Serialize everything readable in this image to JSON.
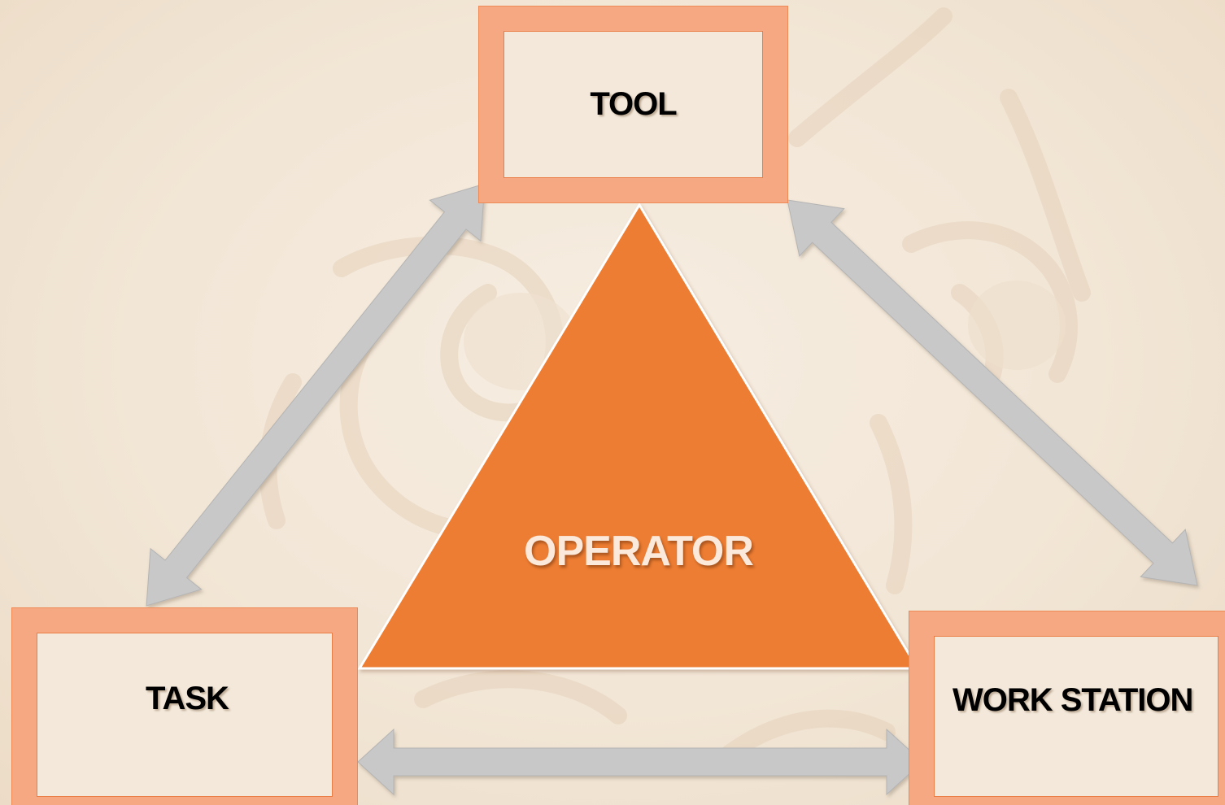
{
  "diagram": {
    "center": {
      "label": "OPERATOR",
      "shape": "triangle",
      "color": "#ed7d31"
    },
    "nodes": [
      {
        "id": "tool",
        "label": "TOOL"
      },
      {
        "id": "task",
        "label": "TASK"
      },
      {
        "id": "work_station",
        "label": "WORK STATION"
      }
    ],
    "edges": [
      {
        "from": "tool",
        "to": "task",
        "direction": "both"
      },
      {
        "from": "tool",
        "to": "work_station",
        "direction": "both"
      },
      {
        "from": "task",
        "to": "work_station",
        "direction": "both"
      }
    ]
  },
  "colors": {
    "background": "#f2e6d6",
    "box_border": "#f5a882",
    "box_outline": "#ea7c45",
    "arrow_fill": "#c8c8c8",
    "triangle": "#ed7d31",
    "operator_text": "#fbe9dc"
  }
}
